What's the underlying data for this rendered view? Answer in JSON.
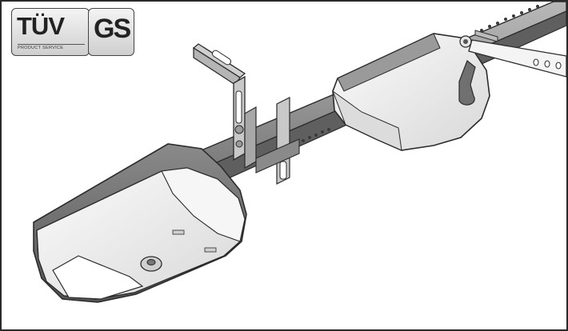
{
  "certification": {
    "tuv_mark": "TÜV",
    "tuv_caption": "PRODUCT SERVICE",
    "gs_mark": "GS"
  },
  "illustration": {
    "subject": "garage-door-opener",
    "colors": {
      "outline": "#2b2b2b",
      "rail_top": "#9a9a9a",
      "rail_side": "#5f5f5f",
      "cover_light": "#f2f2f2",
      "cover_shade": "#d9d9d9",
      "motor_dark": "#6e6e6e",
      "bracket": "#c8c8c8"
    }
  }
}
